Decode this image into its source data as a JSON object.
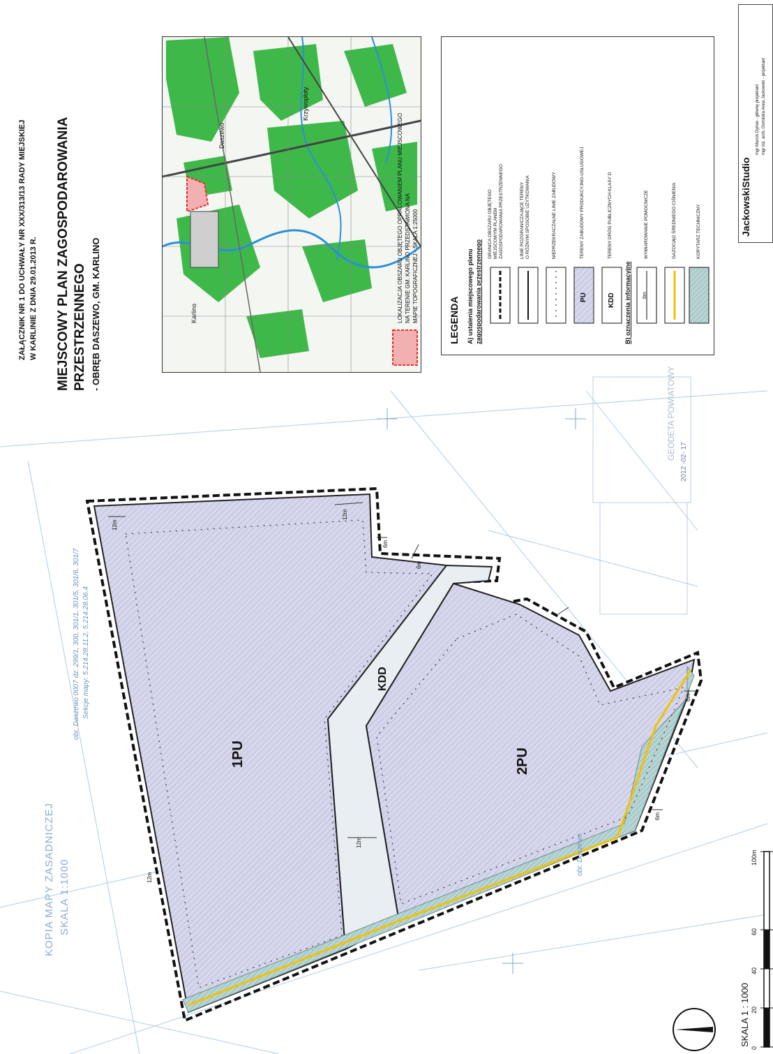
{
  "title": {
    "line1": "ZAŁĄCZNIK NR 1 DO UCHWAŁY NR XXX/313/13 RADY MIEJSKIEJ",
    "line2": "W KARLINIE Z DNIA 29.01.2013 R.",
    "main1": "MIEJSCOWY PLAN ZAGOSPODAROWANIA",
    "main2": "PRZESTRZENNEGO",
    "sub": "- OBRĘB DASZEWO, GM. KARLINO"
  },
  "location_map": {
    "caption1": "LOKALIZACJA OBSZARU OBJĘTEGO OPRACOWANIEM PLANU MIEJSCOWEGO",
    "caption2": "NA TERENIE GM. KARLINO PRZEDSTAWIONA NA",
    "caption3": "MAPIE TOPOGRAFICZNEJ - SKALA 1:25000",
    "place1": "Karlino",
    "place2": "Daszewo",
    "place3": "Krzywopłoty",
    "colors": {
      "forest": "#3fb84a",
      "river": "#2a8fd8",
      "rail": "#444444",
      "site": "#e03030"
    }
  },
  "legend": {
    "title": "LEGENDA",
    "section_a1": "A) ustalenia miejscowego planu",
    "section_a2": "zagospodarowania przestrzennego",
    "items": [
      {
        "l1": "GRANICA OBSZARU OBJĘTEGO",
        "l2": "MIEJSCOWYM PLANEM",
        "l3": "ZAGOSPODAROWANIA PRZESTRZENNEGO"
      },
      {
        "l1": "LINIE ROZGRANICZAJĄCE TERENY",
        "l2": "O RÓŻNYM SPOSOBIE UŻYTKOWANIA"
      },
      {
        "l1": "NIEPRZEKRACZALNE LINIE ZABUDOWY"
      },
      {
        "code": "PU",
        "l1": "TERENY ZABUDOWY PRODUKCYJNO-USŁUGOWEJ"
      },
      {
        "code": "KDD",
        "l1": "TERENY DRÓG PUBLICZNYCH KLASY D"
      }
    ],
    "section_b": "B) oznaczenia informacyjne",
    "items_b": [
      {
        "l1": "WYMIAROWANIE POMOCNICZE",
        "sample": "6m"
      },
      {
        "l1": "GAZOCIĄG ŚREDNIEGO CIŚNIENIA"
      },
      {
        "l1": "KORYTARZ TECHNICZNY"
      }
    ]
  },
  "studio": {
    "name": "JackowskiStudio",
    "p1": "mgr Marcin Dyrlan - główny projektant",
    "p2": "mgr inż. arch. Dominika Anna Jackowski - projektant"
  },
  "basemap": {
    "label1": "KOPIA MAPY ZASADNICZEJ",
    "label2": "SKALA 1:1000",
    "parcels1": "obr. Daszewo 0007 dz. 299/1, 300, 301/1, 301/5, 301/6, 301/7",
    "parcels2": "Sekcje mapy: 5.214.28.11.2, 5.214.28.06.4",
    "obr": "obr. Daszewo",
    "stamp_date": "2012 -02- 17",
    "geodetic": "GEODETA POWIATOWY"
  },
  "plan": {
    "zone1": "1PU",
    "zone2": "2PU",
    "road": "KDD",
    "dims": [
      "12m",
      "12m",
      "6m",
      "12m",
      "6m",
      "12m",
      "6m",
      "6m"
    ],
    "colors": {
      "zone_fill": "#d6d6ec",
      "corridor": "#9fc6c6",
      "gas": "#f2c200",
      "boundary": "#111111"
    }
  },
  "scale": {
    "label": "SKALA 1 : 1000",
    "ticks": [
      "0",
      "20",
      "40",
      "60",
      "100m"
    ]
  }
}
